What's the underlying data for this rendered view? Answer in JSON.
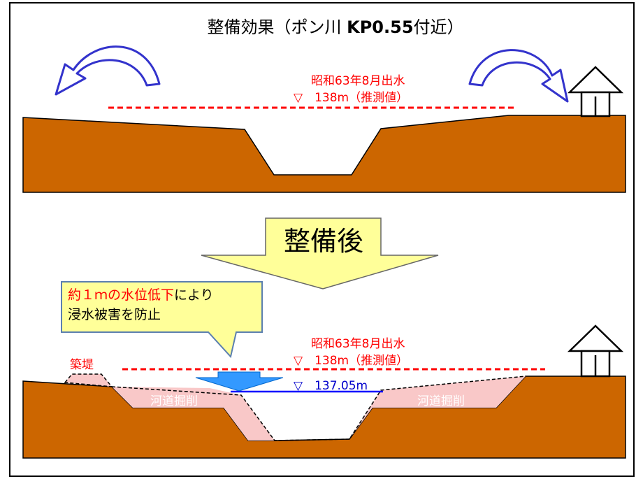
{
  "title": {
    "prefix": "整備効果（ポン川 ",
    "bold": "KP0.55",
    "suffix": "付近）"
  },
  "before": {
    "flood_name": "昭和63年8月出水",
    "flood_level": "▽　138m（推測値）"
  },
  "transition": {
    "label": "整備後"
  },
  "callout": {
    "line1_red": "約１ｍの水位低下",
    "line1_black": "により",
    "line2": "浸水被害を防止"
  },
  "after": {
    "flood_name": "昭和63年8月出水",
    "flood_level": "▽　138m（推測値）",
    "new_level": "▽　137.05m",
    "levee_label": "築堤",
    "excavation_left": "河道掘削",
    "excavation_right": "河道掘削"
  },
  "colors": {
    "ground": "#cc6600",
    "excavation": "#f9c8c8",
    "flood_line": "#ff0000",
    "water_line": "#0000ff",
    "red_text": "#ff0000",
    "blue_text": "#0000cc",
    "arrow_fill": "#ffff99",
    "callout_fill": "#ffff99",
    "callout_border": "#5b7fb0",
    "down_arrow": "#3399ff",
    "overflow_arrow_fill": "#ffffff",
    "overflow_arrow_stroke": "#3333cc"
  },
  "icons": [
    "house-icon",
    "house-icon",
    "curved-overflow-arrow-icon",
    "curved-overflow-arrow-icon",
    "down-arrow-icon"
  ]
}
